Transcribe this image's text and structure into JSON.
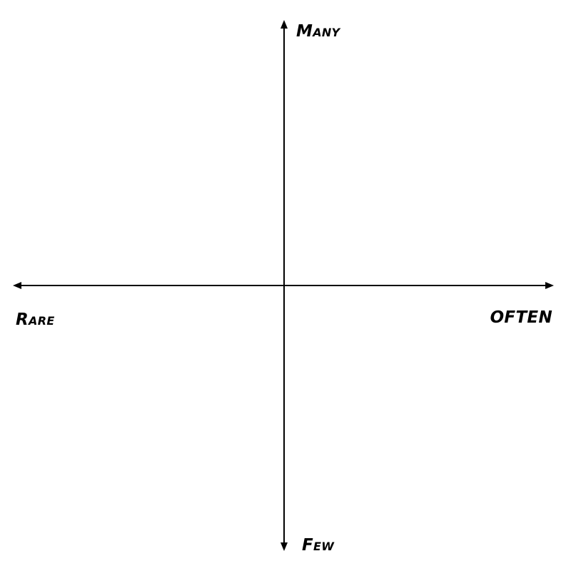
{
  "diagram": {
    "type": "quadrant-axes",
    "axes": {
      "vertical": {
        "top_label": "Many",
        "bottom_label": "Few"
      },
      "horizontal": {
        "left_label": "Rare",
        "right_label": "OFTEN"
      }
    },
    "colors": {
      "background": "#ffffff",
      "axis": "#000000",
      "text": "#000000"
    }
  }
}
